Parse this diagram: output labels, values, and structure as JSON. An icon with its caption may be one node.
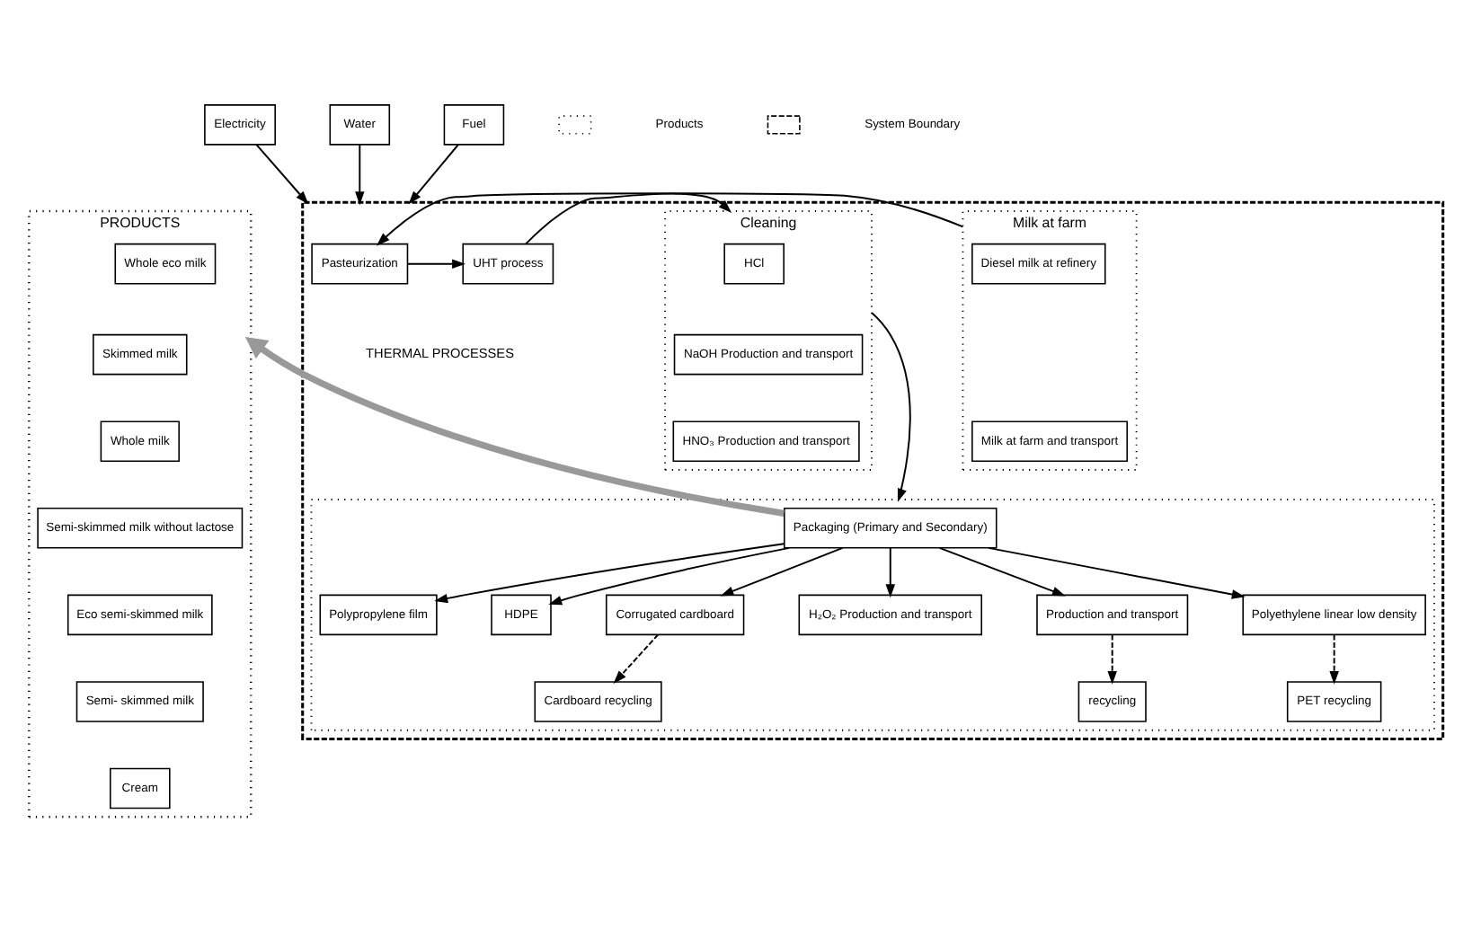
{
  "diagram": {
    "nodes": [
      {
        "text": [
          "Electricity"
        ]
      },
      {
        "text": [
          "Water"
        ]
      },
      {
        "text": [
          "Fuel"
        ]
      },
      {
        "text": [],
        "shape": "box"
      },
      {
        "text": [
          "PRODUCTS"
        ]
      },
      {
        "text": [
          "Whole eco milk"
        ],
        "in": 4
      },
      {
        "text": [
          "Skimmed milk"
        ],
        "in": 4
      },
      {
        "text": [
          "Whole milk"
        ],
        "in": 4
      },
      {
        "text": [
          "Semi-skimmed milk without lactose"
        ],
        "in": 4
      },
      {
        "text": [
          "Eco semi-skimmed milk"
        ],
        "in": 4
      },
      {
        "text": [
          "Semi- skimmed milk"
        ],
        "in": 4
      },
      {
        "text": [
          "Cream"
        ],
        "in": 4
      },
      {
        "text": [
          "Milk at farm"
        ],
        "in": 3
      },
      {
        "text": [
          "Diesel milk at refinery"
        ],
        "in": 12
      },
      {
        "text": [
          "Milk at farm and transport"
        ],
        "in": 12
      },
      {
        "text": [
          "Pasteurization"
        ],
        "in": 3
      },
      {
        "text": [
          "UHT process"
        ],
        "in": 3
      },
      {
        "text": [
          "Cleaning"
        ],
        "in": 3
      },
      {
        "text": [
          "HCl"
        ],
        "in": 17
      },
      {
        "text": [
          "NaOH Production and transport"
        ],
        "in": 17
      },
      {
        "text": [
          "HNO₃ Production and transport"
        ],
        "in": 17
      },
      {
        "text": [],
        "shape": "box",
        "in": 3
      },
      {
        "text": [
          "Packaging (Primary and Secondary)"
        ],
        "in": 21
      },
      {
        "text": [
          "Polypropylene film"
        ],
        "in": 21
      },
      {
        "text": [
          "HDPE"
        ],
        "in": 21
      },
      {
        "text": [
          "Corrugated cardboard"
        ],
        "in": 21
      },
      {
        "text": [
          "Cardboard recycling"
        ],
        "in": 21
      },
      {
        "text": [
          "H₂O₂ Production and transport"
        ],
        "in": 21
      },
      {
        "text": [
          "Production and transport"
        ],
        "in": 21
      },
      {
        "text": [
          "recycling"
        ],
        "in": 21
      },
      {
        "text": [
          "Polyethylene linear low density"
        ],
        "in": 21
      },
      {
        "text": [
          "PET recycling"
        ],
        "in": 21
      }
    ],
    "edges": [
      {
        "from": 0,
        "to": 3,
        "arrow": "to"
      },
      {
        "from": 1,
        "to": 3,
        "arrow": "to"
      },
      {
        "from": 2,
        "to": 3,
        "arrow": "to"
      },
      {
        "from": 12,
        "to": 15,
        "arrow": "to"
      },
      {
        "from": 15,
        "to": 16,
        "arrow": "to"
      },
      {
        "from": 16,
        "to": 17,
        "arrow": "to"
      },
      {
        "from": 17,
        "to": 21,
        "arrow": "to"
      },
      {
        "from": 22,
        "to": 4,
        "arrow": "to",
        "style": "thick",
        "color": "#999999"
      },
      {
        "from": 22,
        "to": 23,
        "arrow": "to"
      },
      {
        "from": 22,
        "to": 24,
        "arrow": "to"
      },
      {
        "from": 22,
        "to": 25,
        "arrow": "to"
      },
      {
        "from": 22,
        "to": 27,
        "arrow": "to"
      },
      {
        "from": 22,
        "to": 28,
        "arrow": "to"
      },
      {
        "from": 22,
        "to": 30,
        "arrow": "to"
      },
      {
        "from": 25,
        "to": 26,
        "arrow": "to",
        "style": "dashed"
      },
      {
        "from": 28,
        "to": 29,
        "arrow": "to",
        "style": "dashed"
      },
      {
        "from": 30,
        "to": 31,
        "arrow": "to",
        "style": "dashed"
      }
    ],
    "labels": [
      "THERMAL PROCESSES"
    ],
    "legend": [
      {
        "text": "Products"
      },
      {
        "text": "System Boundary"
      }
    ]
  }
}
